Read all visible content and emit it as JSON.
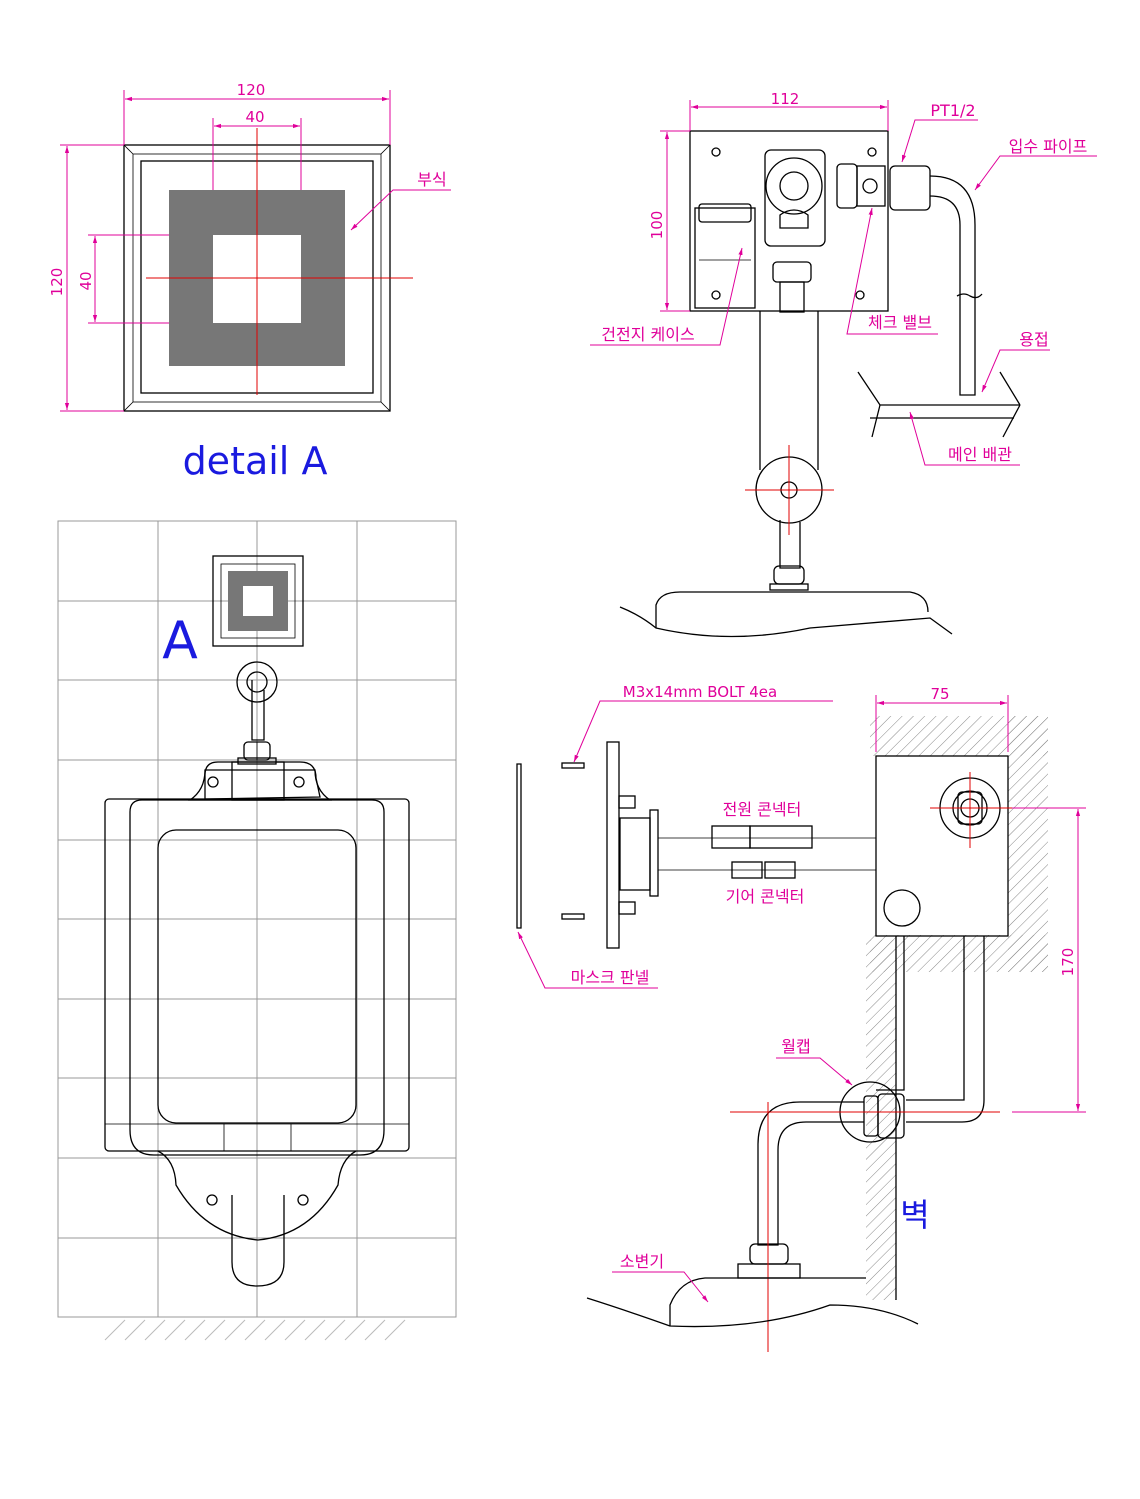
{
  "detail_a": {
    "width": "120",
    "inner_width": "40",
    "height": "120",
    "inner_height": "40",
    "corrosion_label": "부식",
    "caption": "detail A"
  },
  "front_view": {
    "marker": "A"
  },
  "side_view": {
    "width": "112",
    "height": "100",
    "pt_label": "PT1/2",
    "inlet_pipe": "입수 파이프",
    "battery_case": "건전지 케이스",
    "check_valve": "체크 밸브",
    "weld": "용접",
    "main_pipe": "메인 배관"
  },
  "install_view": {
    "bolt": "M3x14mm BOLT 4ea",
    "depth": "75",
    "power_connector": "전원 콘넥터",
    "gear_connector": "기어 콘넥터",
    "mask_panel": "마스크 판넬",
    "height": "170",
    "wall_cap": "월캡",
    "wall": "벽",
    "urinal": "소변기"
  },
  "colors": {
    "dimension": "#e0009a",
    "centerline": "#e00000",
    "caption": "#1a1adf",
    "sensor_gray": "#777777"
  }
}
